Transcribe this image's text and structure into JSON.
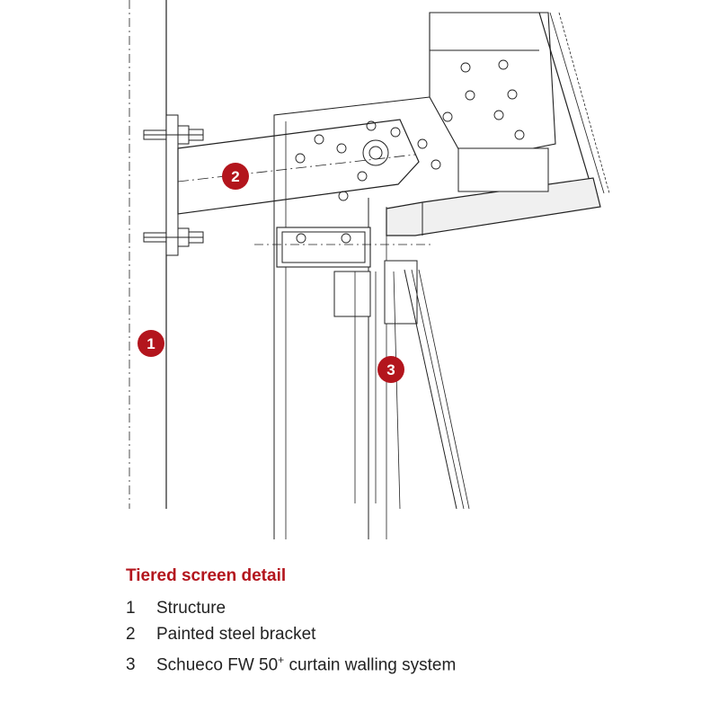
{
  "diagram": {
    "title": "Tiered screen detail",
    "accent_color": "#b3151d",
    "line_color": "#222222",
    "callouts": [
      {
        "number": "1",
        "label": "Structure"
      },
      {
        "number": "2",
        "label": "Painted steel bracket"
      },
      {
        "number": "3",
        "label": "Schueco FW 50",
        "label_suffix": "+",
        "label_rest": " curtain walling system"
      }
    ]
  }
}
